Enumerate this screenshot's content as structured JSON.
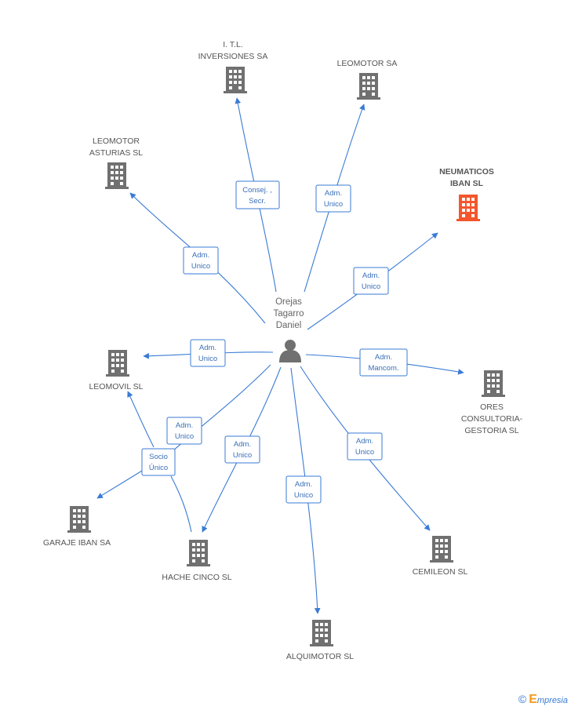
{
  "center": {
    "name_lines": [
      "Orejas",
      "Tagarro",
      "Daniel"
    ],
    "icon": "person-icon"
  },
  "colors": {
    "edge": "#3a7bd5",
    "building": "#707070",
    "building_highlight": "#f4562d"
  },
  "companies": [
    {
      "id": "itl",
      "lines": [
        "I. T.L.",
        "INVERSIONES SA"
      ],
      "highlight": false
    },
    {
      "id": "leomotor-sa",
      "lines": [
        "LEOMOTOR SA"
      ],
      "highlight": false
    },
    {
      "id": "leomotor-asturias",
      "lines": [
        "LEOMOTOR",
        "ASTURIAS SL"
      ],
      "highlight": false
    },
    {
      "id": "neumaticos",
      "lines": [
        "NEUMATICOS",
        "IBAN SL"
      ],
      "highlight": true
    },
    {
      "id": "leomovil",
      "lines": [
        "LEOMOVIL  SL"
      ],
      "highlight": false
    },
    {
      "id": "ores",
      "lines": [
        "ORES",
        "CONSULTORIA-",
        "GESTORIA  SL"
      ],
      "highlight": false
    },
    {
      "id": "garaje",
      "lines": [
        "GARAJE IBAN SA"
      ],
      "highlight": false
    },
    {
      "id": "hache",
      "lines": [
        "HACHE CINCO SL"
      ],
      "highlight": false
    },
    {
      "id": "cemileon",
      "lines": [
        "CEMILEON  SL"
      ],
      "highlight": false
    },
    {
      "id": "alquimotor",
      "lines": [
        "ALQUIMOTOR SL"
      ],
      "highlight": false
    }
  ],
  "relations": [
    {
      "id": "r-itl",
      "lines": [
        "Consej. ,",
        "Secr."
      ]
    },
    {
      "id": "r-leomotor-sa",
      "lines": [
        "Adm.",
        "Unico"
      ]
    },
    {
      "id": "r-asturias",
      "lines": [
        "Adm.",
        "Unico"
      ]
    },
    {
      "id": "r-neumaticos",
      "lines": [
        "Adm.",
        "Unico"
      ]
    },
    {
      "id": "r-leomovil",
      "lines": [
        "Adm.",
        "Unico"
      ]
    },
    {
      "id": "r-ores",
      "lines": [
        "Adm.",
        "Mancom."
      ]
    },
    {
      "id": "r-hache",
      "lines": [
        "Adm.",
        "Unico"
      ]
    },
    {
      "id": "r-hache2",
      "lines": [
        "Adm.",
        "Unico"
      ]
    },
    {
      "id": "r-socio",
      "lines": [
        "Socio",
        "Único"
      ]
    },
    {
      "id": "r-cemileon",
      "lines": [
        "Adm.",
        "Unico"
      ]
    },
    {
      "id": "r-alquimotor",
      "lines": [
        "Adm.",
        "Unico"
      ]
    }
  ],
  "footer": {
    "copyright": "©",
    "brand_e": "E",
    "brand_rest": "mpresia"
  }
}
